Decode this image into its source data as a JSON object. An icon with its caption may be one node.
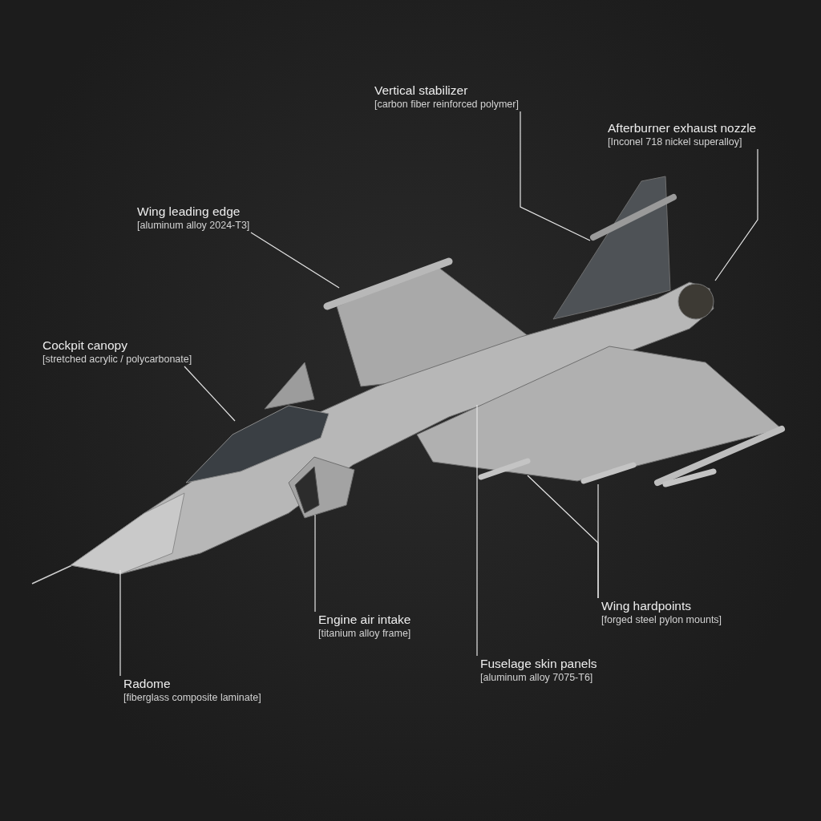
{
  "diagram": {
    "nodes": [
      {
        "text": [
          "Vertical stabilizer",
          "[carbon fiber reinforced polymer]"
        ]
      },
      {
        "text": [
          "Afterburner exhaust nozzle",
          "[Inconel 718 nickel superalloy]"
        ]
      },
      {
        "text": [
          "Wing leading edge",
          "[aluminum alloy 2024-T3]"
        ]
      },
      {
        "text": [
          "Cockpit canopy",
          "[stretched acrylic / polycarbonate]"
        ]
      },
      {
        "text": [
          "Radome",
          "[fiberglass composite laminate]"
        ]
      },
      {
        "text": [
          "Engine air intake",
          "[titanium alloy frame]"
        ]
      },
      {
        "text": [
          "Fuselage skin panels",
          "[aluminum alloy 7075-T6]"
        ]
      },
      {
        "text": [
          "Wing hardpoints",
          "[forged steel pylon mounts]"
        ]
      }
    ],
    "edges": [
      {
        "from": 0,
        "to": null,
        "arrow": "none"
      },
      {
        "from": 1,
        "to": null,
        "arrow": "none"
      },
      {
        "from": 2,
        "to": null,
        "arrow": "none"
      },
      {
        "from": 3,
        "to": null,
        "arrow": "none"
      },
      {
        "from": 4,
        "to": null,
        "arrow": "none"
      },
      {
        "from": 5,
        "to": null,
        "arrow": "none"
      },
      {
        "from": 6,
        "to": null,
        "arrow": "none"
      },
      {
        "from": 7,
        "to": null,
        "arrow": "none"
      },
      {
        "from": 7,
        "to": null,
        "arrow": "none"
      }
    ]
  }
}
